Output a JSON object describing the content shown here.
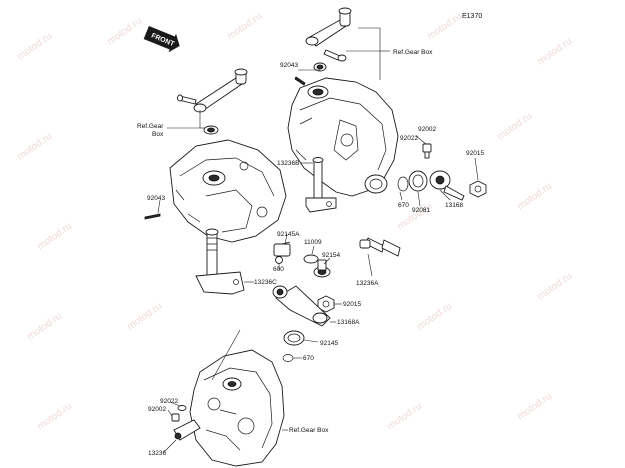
{
  "diagram_code": "E1370",
  "front_label": "FRONT",
  "watermark": "motod.ru",
  "ref_gear_box": "Ref.Gear Box",
  "ref_gear_box_stack": [
    "Ref.Gear",
    "Box"
  ],
  "parts": {
    "p92043_top": "92043",
    "p92043_left": "92043",
    "p92002_right": "92002",
    "p92022_right": "92022",
    "p92015_right": "92015",
    "p13236B": "13236B",
    "p670_right": "670",
    "p92081": "92081",
    "p13168": "13168",
    "p92145A": "92145A",
    "p11009": "11009",
    "p92154": "92154",
    "p600": "600",
    "p13236C": "13236C",
    "p13236A": "13236A",
    "p92015_mid": "92015",
    "p13168A": "13168A",
    "p92145": "92145",
    "p670_bottom": "670",
    "p92022_bottom": "92022",
    "p92002_bottom": "92002",
    "p13236": "13236"
  },
  "colors": {
    "line": "#1a1a1a",
    "watermark": "#e6b8b8"
  }
}
